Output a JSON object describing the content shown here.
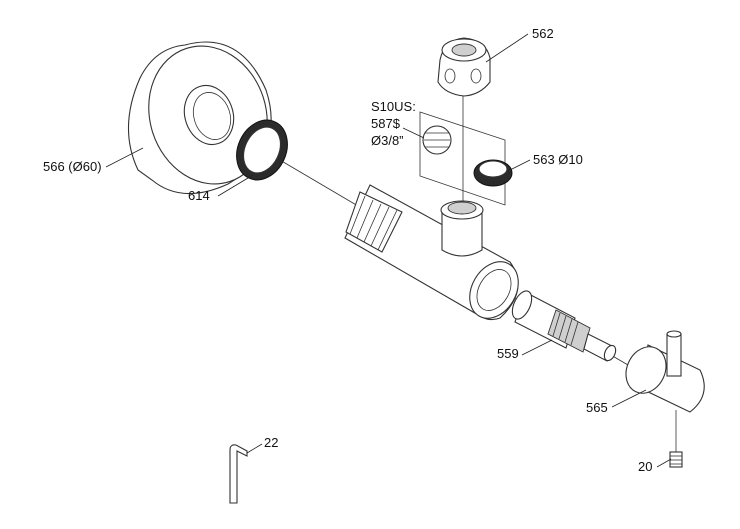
{
  "diagram": {
    "type": "exploded-parts-view",
    "labels": {
      "p562": "562",
      "s10us_line1": "S10US:",
      "s10us_line2": "587$",
      "s10us_line3": "Ø3/8”",
      "p563": "563 Ø10",
      "p566": "566 (Ø60)",
      "p614": "614",
      "p559": "559",
      "p565": "565",
      "p22": "22",
      "p20": "20"
    }
  }
}
